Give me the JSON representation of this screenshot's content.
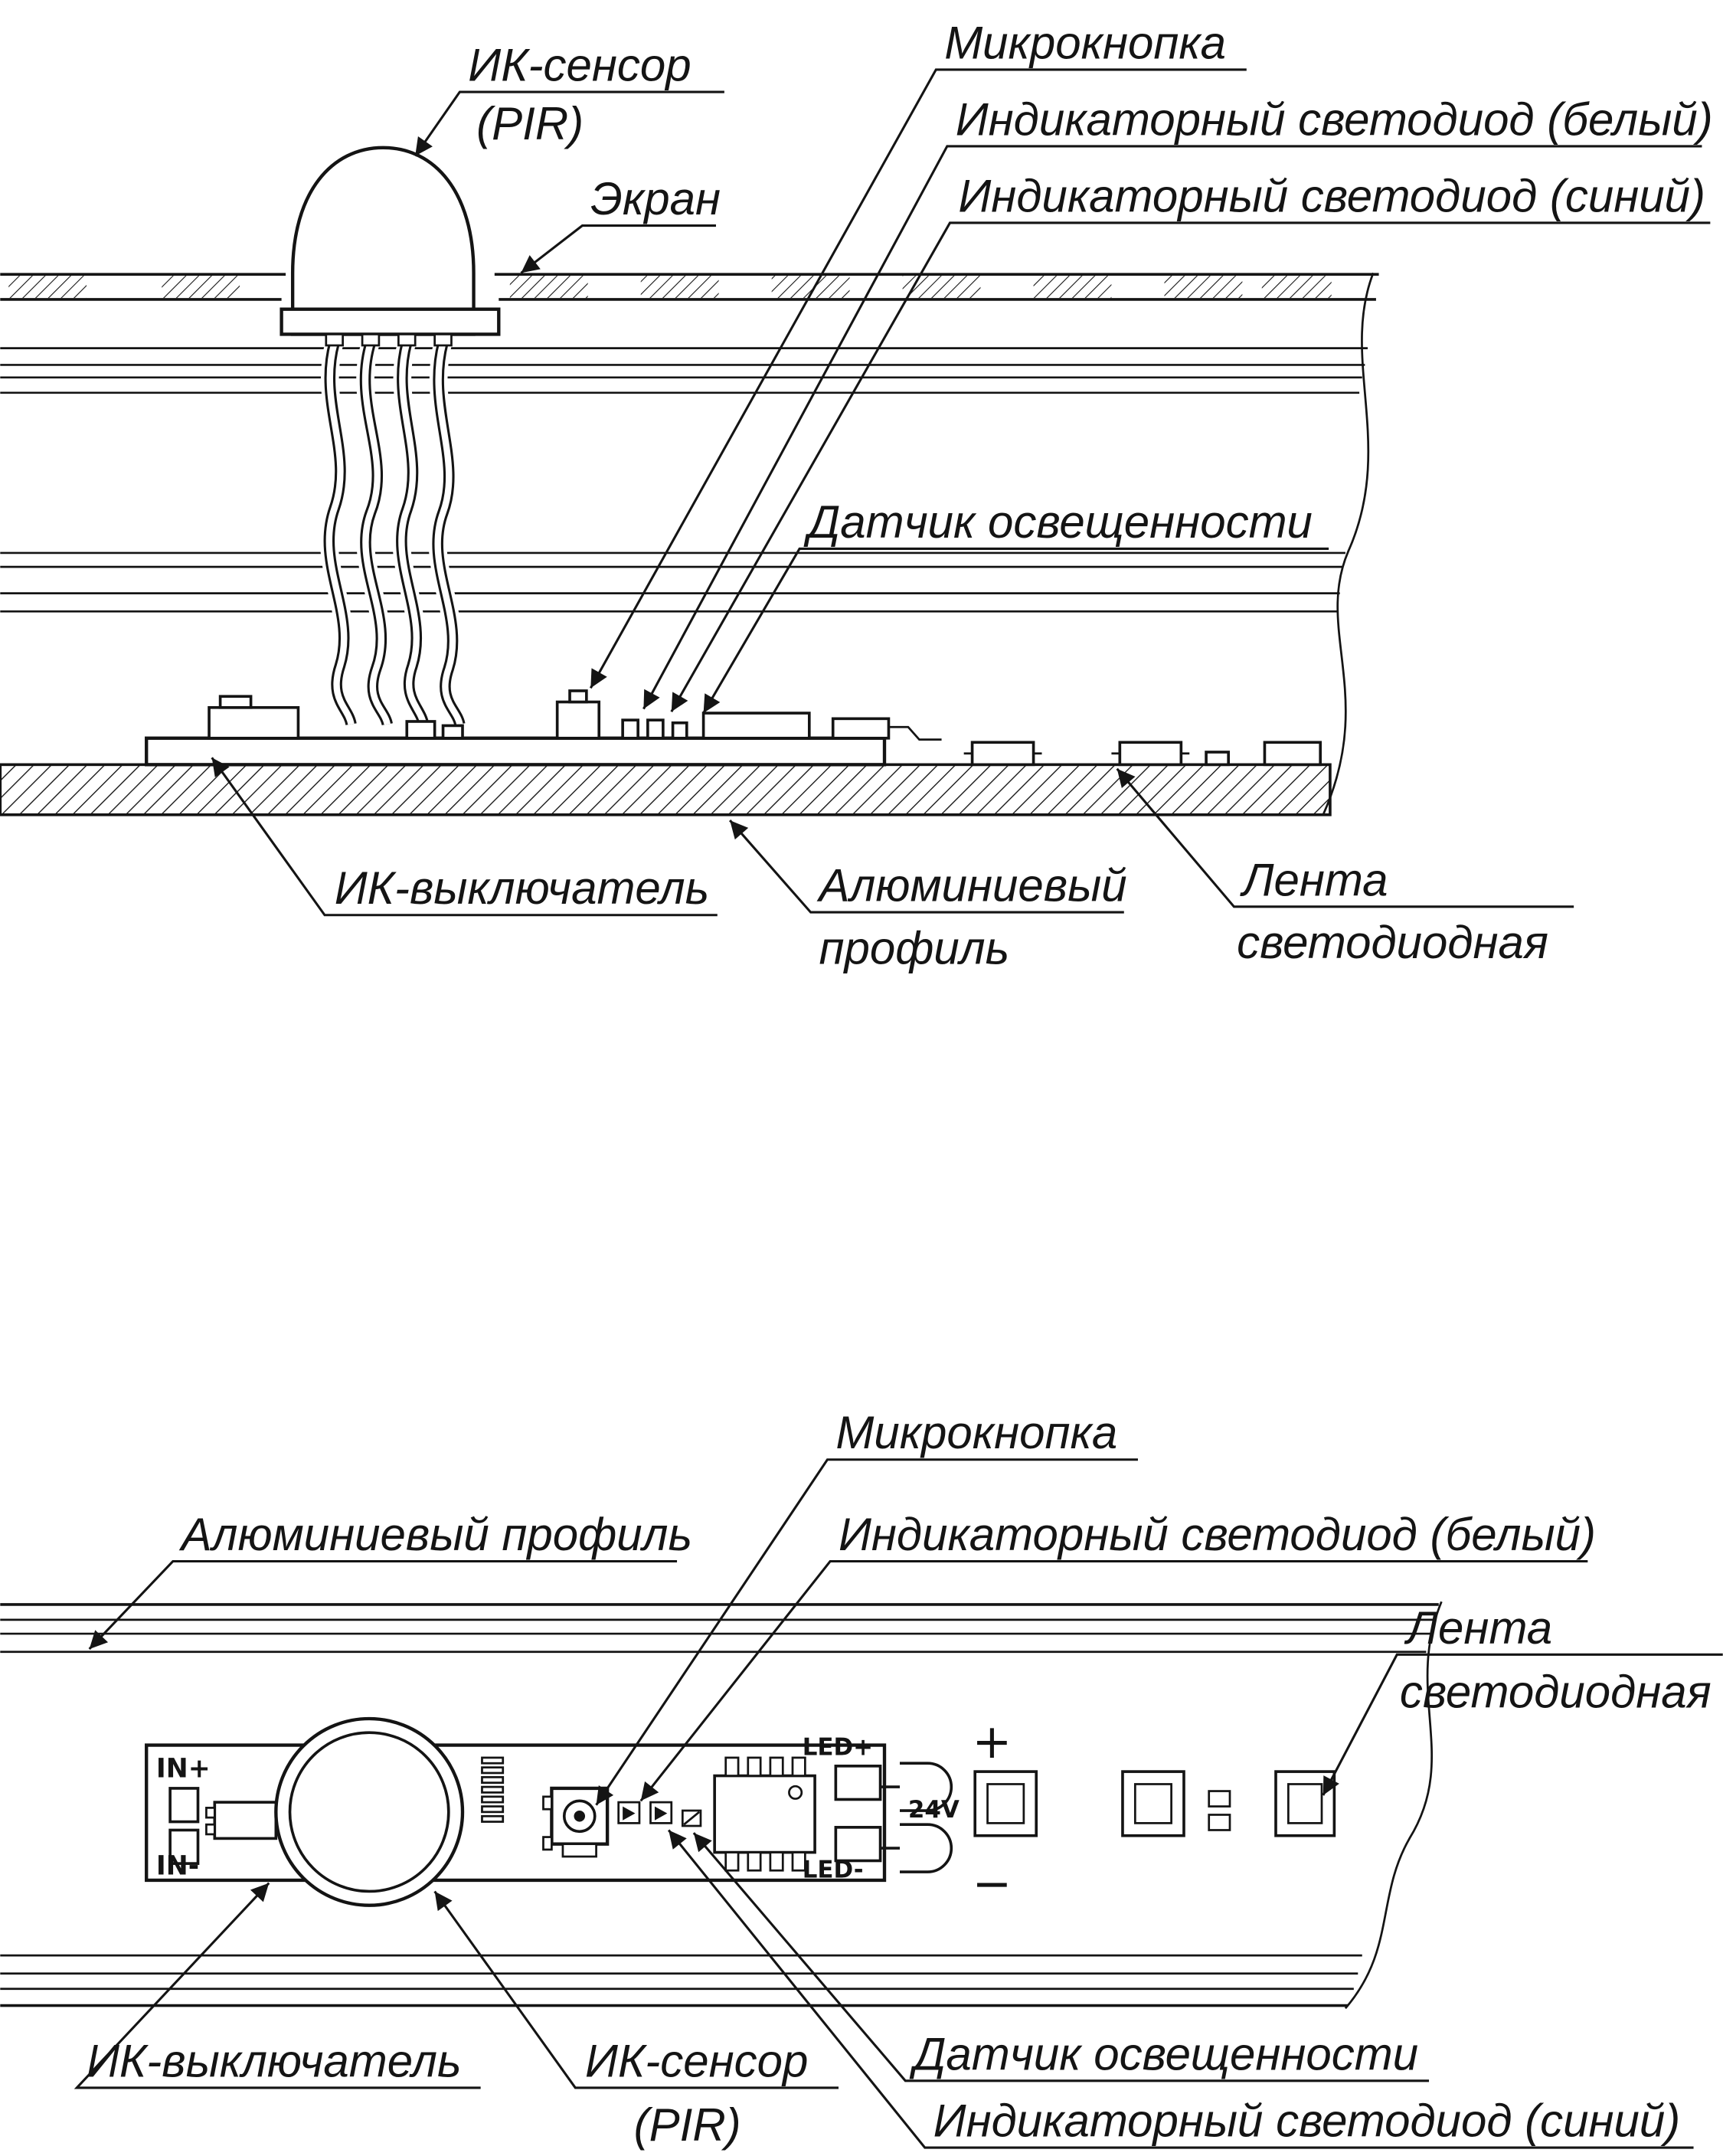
{
  "line_color": "#141414",
  "side_view": {
    "labels": {
      "ir_sensor": "ИК-сенсор",
      "ir_sensor_pir": "(PIR)",
      "screen": "Экран",
      "microbutton": "Микрокнопка",
      "indicator_led_white": "Индикаторный светодиод (белый)",
      "indicator_led_blue": "Индикаторный светодиод (синий)",
      "light_sensor": "Датчик освещенности",
      "ir_switch": "ИК-выключатель",
      "aluminum_profile_1": "Алюминиевый",
      "aluminum_profile_2": "профиль",
      "led_strip_1": "Лента",
      "led_strip_2": "светодиодная"
    }
  },
  "top_view": {
    "labels": {
      "microbutton": "Микрокнопка",
      "indicator_led_white": "Индикаторный светодиод (белый)",
      "aluminum_profile": "Алюминиевый профиль",
      "led_strip_1": "Лента",
      "led_strip_2": "светодиодная",
      "ir_switch": "ИК-выключатель",
      "ir_sensor": "ИК-сенсор",
      "ir_sensor_pir": "(PIR)",
      "light_sensor": "Датчик освещенности",
      "indicator_led_blue": "Индикаторный светодиод (синий)"
    },
    "board_markings": {
      "in_plus": "IN+",
      "in_minus": "IN-",
      "led_plus": "LED+",
      "led_minus": "LED-",
      "voltage": "24V",
      "plus": "+",
      "minus": "−"
    }
  }
}
